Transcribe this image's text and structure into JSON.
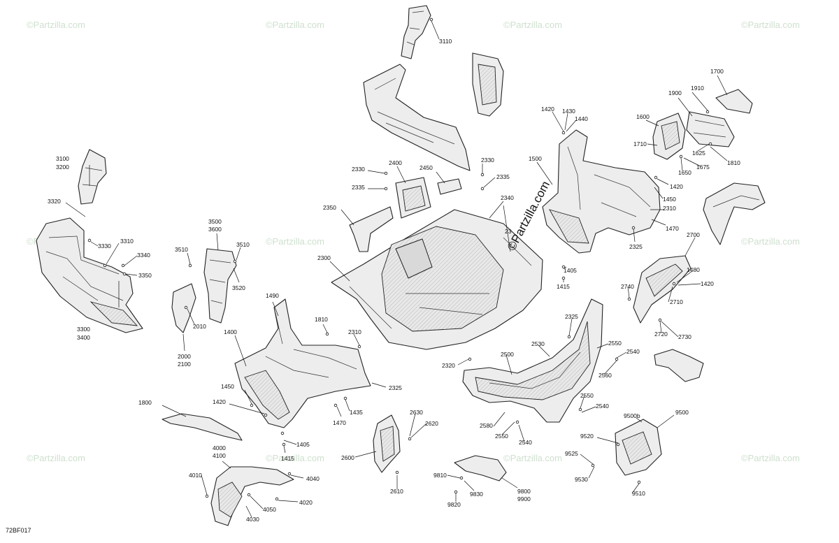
{
  "diagram": {
    "code": "72BF017",
    "watermark": "©Partzilla.com",
    "callouts": {
      "c3110": "3110",
      "c3100": "3100",
      "c3200": "3200",
      "c3320": "3320",
      "c3330": "3330",
      "c3310": "3310",
      "c3340": "3340",
      "c3350": "3350",
      "c3300": "3300",
      "c3400": "3400",
      "c3500": "3500",
      "c3600": "3600",
      "c3510a": "3510",
      "c3510b": "3510",
      "c3520": "3520",
      "c2010": "2010",
      "c2000": "2000",
      "c2100": "2100",
      "c1490": "1490",
      "c1400": "1400",
      "c1810": "1810",
      "c2310a": "2310",
      "c1450a": "1450",
      "c1420a": "1420",
      "c1800": "1800",
      "c1470a": "1470",
      "c1435": "1435",
      "c1405a": "1405",
      "c1415a": "1415",
      "c2325a": "2325",
      "c2320": "2320",
      "c2300": "2300",
      "c2350": "2350",
      "c2330a": "2330",
      "c2335a": "2335",
      "c2400": "2400",
      "c2450": "2450",
      "c2330b": "2330",
      "c2335b": "2335",
      "c2340": "2340",
      "c23xx": "23",
      "c1500": "1500",
      "c1420b": "1420",
      "c1430": "1430",
      "c1440": "1440",
      "c1420c": "1420",
      "c1450b": "1450",
      "c2310b": "2310",
      "c1470b": "1470",
      "c2325b": "2325",
      "c1405b": "1405",
      "c1415b": "1415",
      "c1900": "1900",
      "c1910": "1910",
      "c1700": "1700",
      "c1600": "1600",
      "c1710": "1710",
      "c1625": "1625",
      "c1650": "1650",
      "c1675": "1675",
      "c1810b": "1810",
      "c2700": "2700",
      "c1480": "1480",
      "c1420d": "1420",
      "c2740": "2740",
      "c2710": "2710",
      "c2720": "2720",
      "c2730": "2730",
      "c2325c": "2325",
      "c2530": "2530",
      "c2550a": "2550",
      "c2540a": "2540",
      "c2500": "2500",
      "c2560": "2560",
      "c2550b": "2550",
      "c2540b": "2540",
      "c2580": "2580",
      "c2550c": "2550",
      "c2540c": "2540",
      "c2630": "2630",
      "c2620": "2620",
      "c2600": "2600",
      "c2610": "2610",
      "c9500b": "9500b",
      "c9500": "9500",
      "c9520": "9520",
      "c9525": "9525",
      "c9530": "9530",
      "c9510": "9510",
      "c9810": "9810",
      "c9830": "9830",
      "c9820": "9820",
      "c9800": "9800",
      "c9900": "9900",
      "c4000": "4000",
      "c4100": "4100",
      "c4010": "4010",
      "c4040": "4040",
      "c4050": "4050",
      "c4020": "4020",
      "c4030": "4030"
    }
  }
}
